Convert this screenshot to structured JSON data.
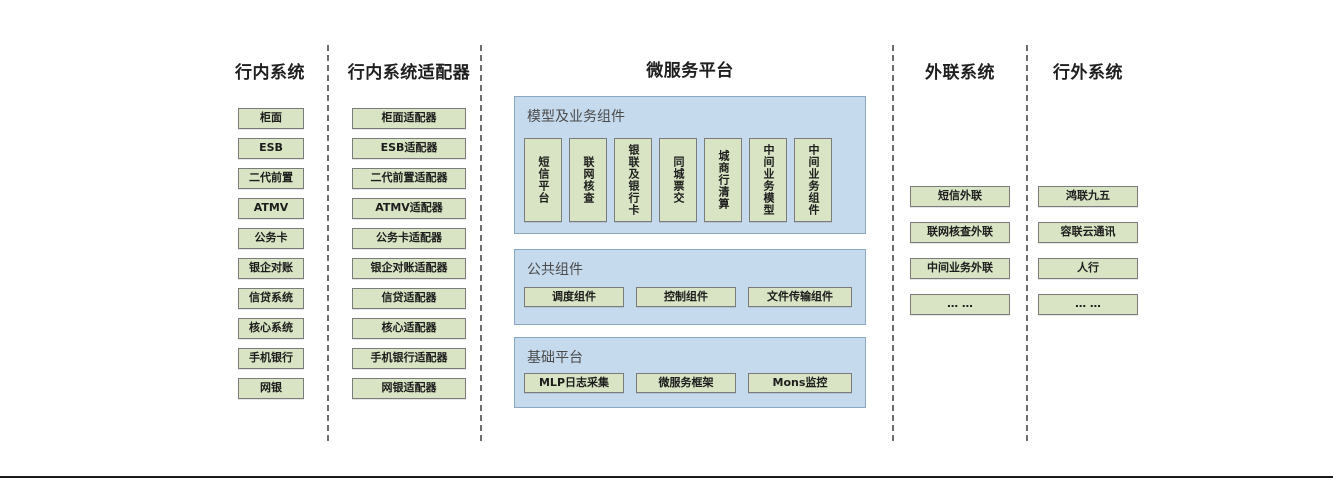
{
  "columns": {
    "internal_systems": {
      "title": "行内系统",
      "items": [
        "柜面",
        "ESB",
        "二代前置",
        "ATMV",
        "公务卡",
        "银企对账",
        "信贷系统",
        "核心系统",
        "手机银行",
        "网银"
      ]
    },
    "internal_adapters": {
      "title": "行内系统适配器",
      "items": [
        "柜面适配器",
        "ESB适配器",
        "二代前置适配器",
        "ATMV适配器",
        "公务卡适配器",
        "银企对账适配器",
        "信贷适配器",
        "核心适配器",
        "手机银行适配器",
        "网银适配器"
      ]
    },
    "external_link_systems": {
      "title": "外联系统",
      "items": [
        "短信外联",
        "联网核查外联",
        "中间业务外联",
        "… …"
      ]
    },
    "outside_bank_systems": {
      "title": "行外系统",
      "items": [
        "鸿联九五",
        "容联云通讯",
        "人行",
        "… …"
      ]
    }
  },
  "microservice_platform": {
    "title": "微服务平台",
    "panels": [
      {
        "title": "模型及业务组件",
        "orientation": "vertical",
        "items": [
          "短信平台",
          "联网核查",
          "银联及银行卡",
          "同城票交",
          "城商行清算",
          "中间业务模型",
          "中间业务组件"
        ]
      },
      {
        "title": "公共组件",
        "orientation": "horizontal",
        "items": [
          "调度组件",
          "控制组件",
          "文件传输组件"
        ]
      },
      {
        "title": "基础平台",
        "orientation": "horizontal",
        "items": [
          "MLP日志采集",
          "微服务框架",
          "Mons监控"
        ]
      }
    ]
  },
  "colors": {
    "node_fill": "#d8e4c3",
    "node_border": "#7b7b7b",
    "panel_fill": "#c6daee",
    "panel_border": "#8aa7c4",
    "divider": "#6e6e6e",
    "background": "#ffffff"
  }
}
